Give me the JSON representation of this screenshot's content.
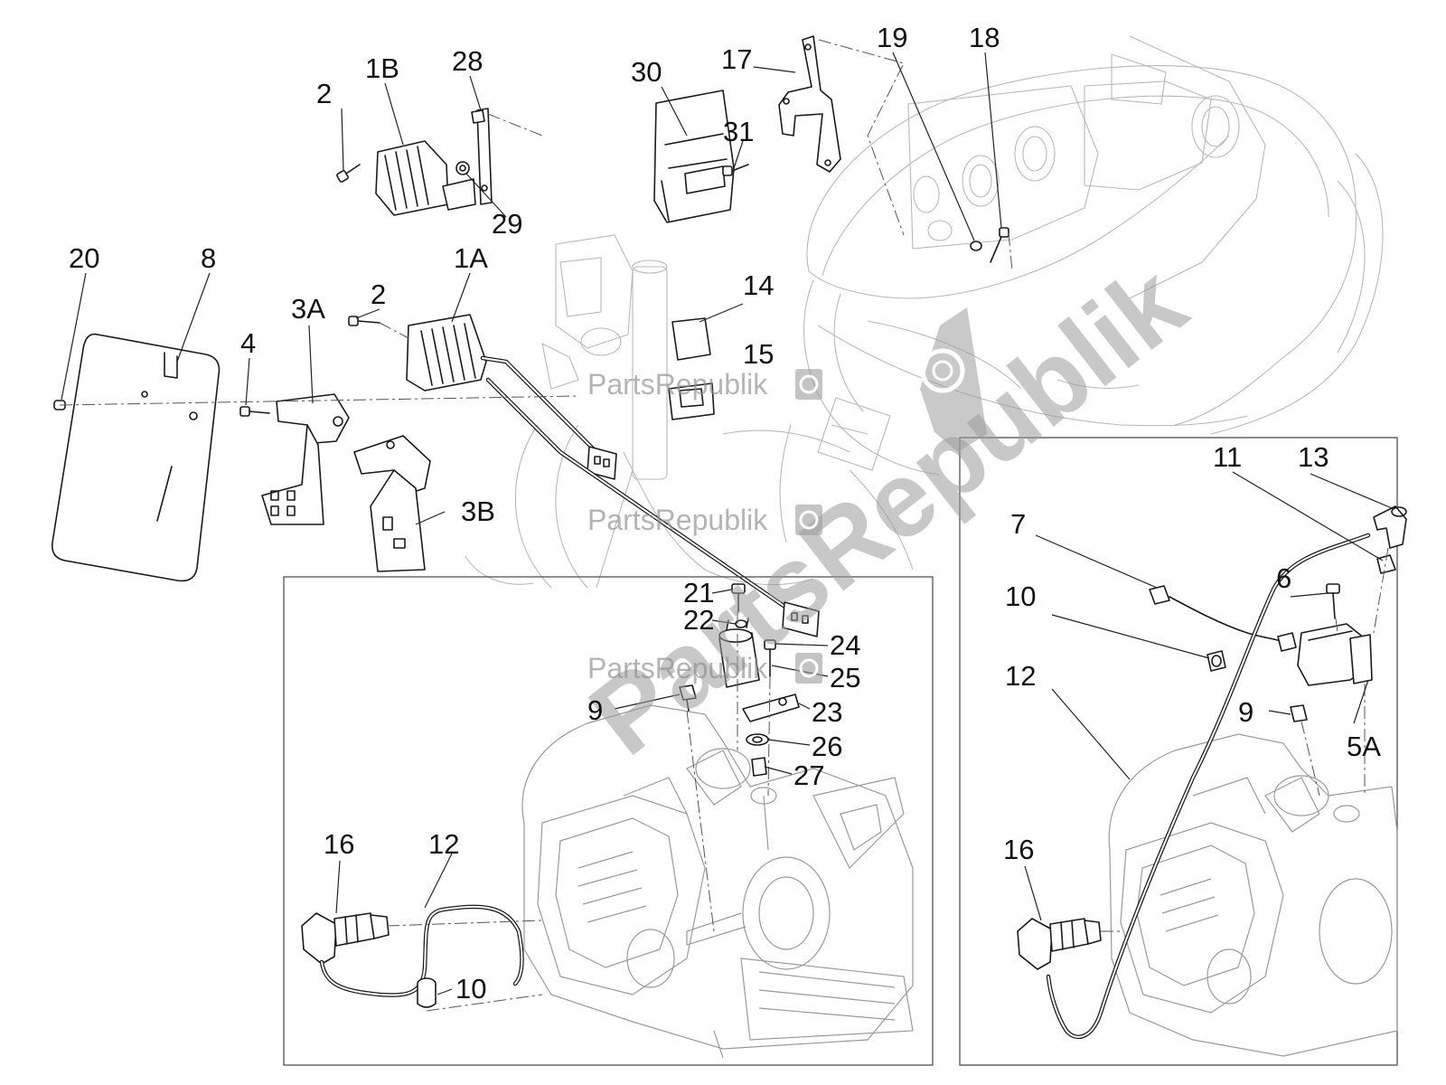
{
  "watermark": {
    "brand": "PartsRepublik",
    "colors": {
      "text": "#8d8d8d",
      "badge": "#9c9c9c"
    },
    "icon": "gear-icon"
  },
  "callouts": {
    "c1A": "1A",
    "c1B": "1B",
    "c2a": "2",
    "c2b": "2",
    "c3A": "3A",
    "c3B": "3B",
    "c4": "4",
    "c5A": "5A",
    "c6": "6",
    "c7": "7",
    "c8": "8",
    "c9a": "9",
    "c9b": "9",
    "c10a": "10",
    "c10b": "10",
    "c11": "11",
    "c12a": "12",
    "c12b": "12",
    "c13": "13",
    "c14": "14",
    "c15": "15",
    "c16a": "16",
    "c16b": "16",
    "c17": "17",
    "c18": "18",
    "c19": "19",
    "c20": "20",
    "c21": "21",
    "c22": "22",
    "c23": "23",
    "c24": "24",
    "c25": "25",
    "c26": "26",
    "c27": "27",
    "c28": "28",
    "c29": "29",
    "c30": "30",
    "c31": "31"
  }
}
